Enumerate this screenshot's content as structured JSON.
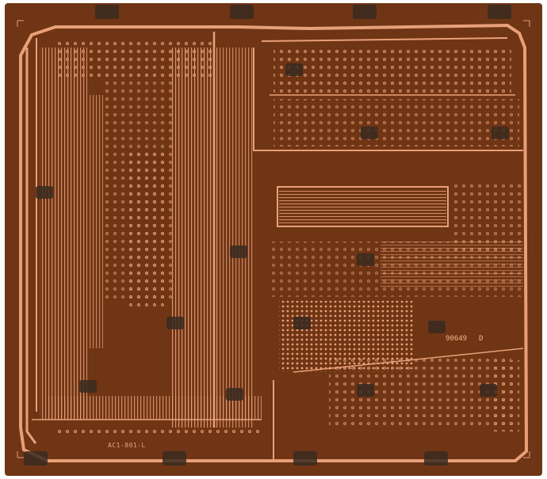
{
  "board": {
    "part_label": "AC1-801-L",
    "serial_code": "90649",
    "serial_suffix": "D"
  },
  "colors": {
    "substrate": "#6e3514",
    "substrate_dark": "#5a2a0e",
    "copper": "#e8a078",
    "copper_bright": "#f4b890",
    "mark": "#3a2a20",
    "background": "#ffffff"
  }
}
